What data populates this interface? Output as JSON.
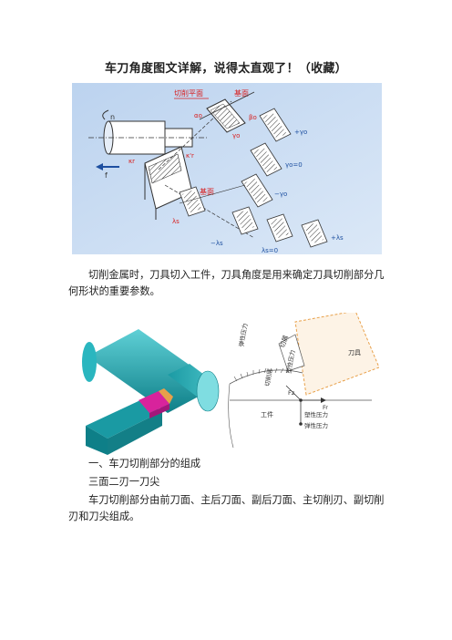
{
  "title": "车刀角度图文详解，说得太直观了！（收藏）",
  "figure1": {
    "labels": {
      "cutting_plane": "切削平面",
      "base_plane": "基面",
      "base_plane_lower": "基面",
      "n": "n",
      "f": "f",
      "kr": "κr",
      "kr_prime": "κ'r",
      "gamma_o": "γo",
      "alpha_o": "αo",
      "beta_o": "βo",
      "lambda_s": "λs",
      "gamma_plus": "+γo",
      "gamma_zero": "γo=0",
      "gamma_minus": "−γo",
      "lambda_minus": "−λs",
      "lambda_zero": "λs=0",
      "lambda_plus": "+λs"
    }
  },
  "paragraph1": "切削金属时，刀具切入工件，刀具角度是用来确定刀具切削部分几何形状的重要参数。",
  "figure2": {
    "labels": {
      "cut_layer": "切削层",
      "chip": "切屑",
      "tool": "刀具",
      "workpiece": "工件",
      "plastic_pressure_top": "塑性压力",
      "elastic_pressure_top": "弹性压力",
      "fr": "Fr",
      "fz": "Fz",
      "plastic_pressure_bottom": "塑性压力",
      "elastic_pressure_bottom": "弹性压力"
    }
  },
  "list_item1": "一、车刀切削部分的组成",
  "list_item2": "三面二刃一刀尖",
  "paragraph3": "车刀切削部分由前刀面、主后刀面、副后刀面、主切削刃、副切削刃和刀尖组成。",
  "colors": {
    "figure1_background": "#c8dcf3",
    "label_red": "#d81e1e",
    "label_blue": "#1d4fa0",
    "teal_solid": "#1aa6b0",
    "magenta_solid": "#d8239c",
    "tool_orange": "#e8a04a"
  }
}
